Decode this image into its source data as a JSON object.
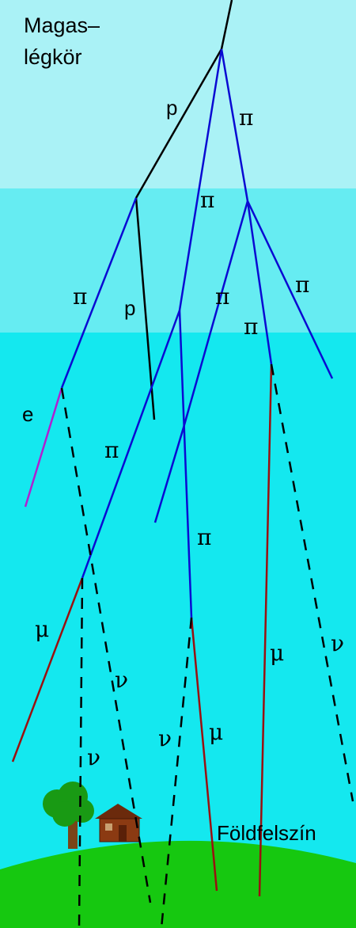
{
  "labels": {
    "title_line1": "Magas–",
    "title_line2": "légkör",
    "ground": "Földfelszín",
    "proton": "p",
    "pion": "π",
    "electron": "e",
    "muon": "μ",
    "neutrino": "ν"
  },
  "colors": {
    "sky_top": "#aaf2f6",
    "sky_mid": "#66ecf2",
    "sky_low": "#14e8ef",
    "ground": "#16c810",
    "proton": "#000000",
    "pion": "#0a0ad2",
    "electron": "#b020d0",
    "muon": "#9a1010",
    "neutrino": "#000000",
    "tree_leaves": "#199a14",
    "tree_trunk": "#7a4418",
    "house_wall": "#8b3a12",
    "house_roof": "#6b2a0c"
  },
  "icons": {
    "tree": "tree-icon",
    "house": "house-icon"
  }
}
